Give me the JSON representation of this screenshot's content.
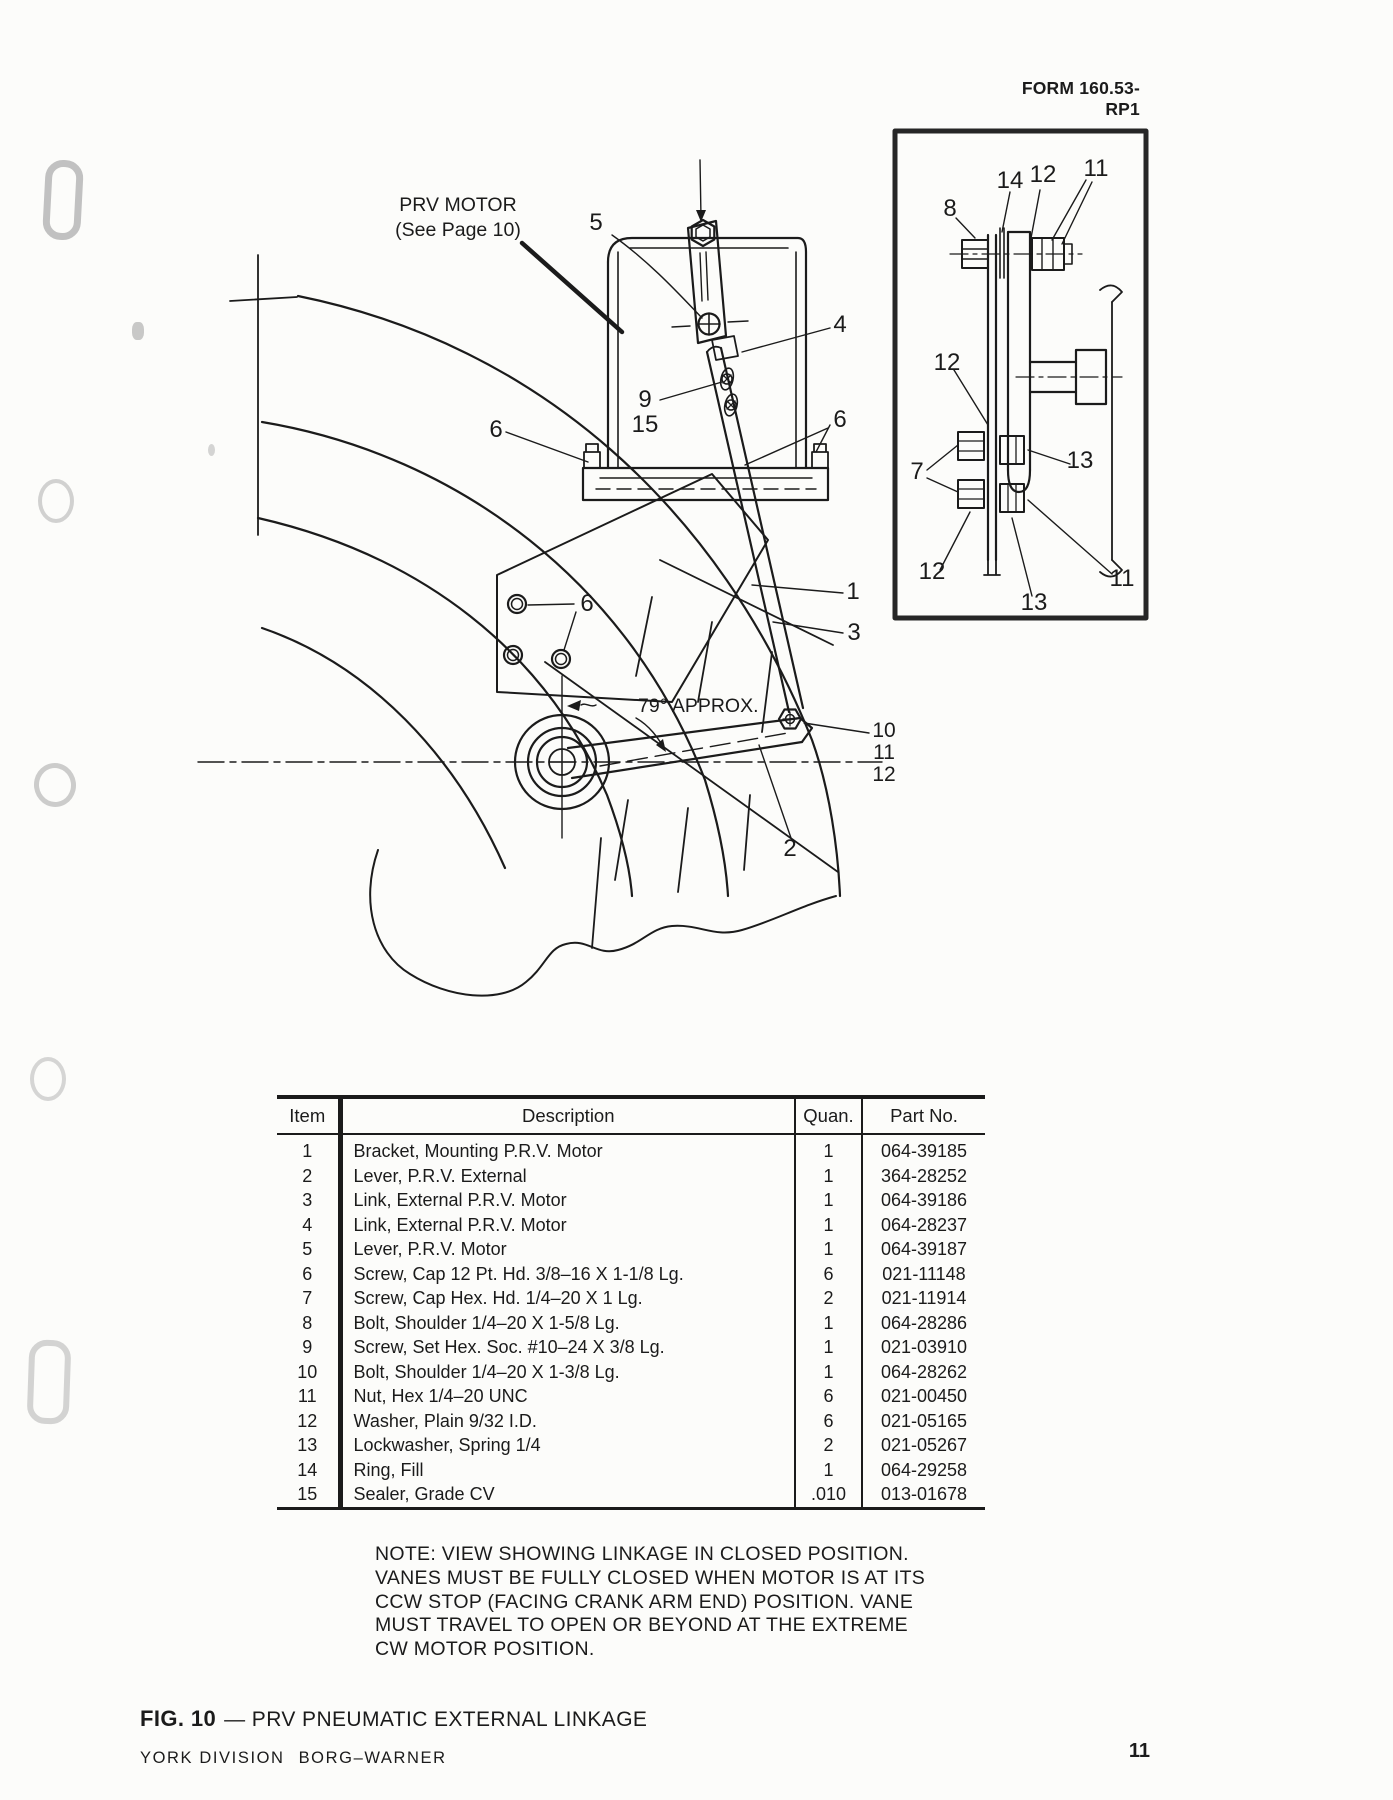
{
  "page": {
    "form_number": "FORM 160.53-RP1",
    "figure_caption_prefix": "FIG. 10",
    "figure_caption_rest": "— PRV PNEUMATIC EXTERNAL LINKAGE",
    "footer_left_1": "YORK DIVISION",
    "footer_left_2": "BORG–WARNER",
    "page_number": "11"
  },
  "diagram": {
    "motor_label_line1": "PRV MOTOR",
    "motor_label_line2": "(See Page 10)",
    "angle_label": "79° APPROX.",
    "main_callouts": {
      "c5": "5",
      "c4": "4",
      "c9": "9",
      "c15": "15",
      "c6_left": "6",
      "c6_right": "6",
      "c6_mid": "6",
      "c1": "1",
      "c3": "3",
      "c10": "10",
      "c11": "11",
      "c12": "12",
      "c2": "2"
    },
    "inset_callouts": {
      "i8": "8",
      "i14": "14",
      "i12_top": "12",
      "i11_top": "11",
      "i12_mid": "12",
      "i7": "7",
      "i13_right": "13",
      "i12_bottom": "12",
      "i13_bottom": "13",
      "i11_bottom": "11"
    }
  },
  "table": {
    "headers": [
      "Item",
      "Description",
      "Quan.",
      "Part No."
    ],
    "rows": [
      {
        "item": "1",
        "description": "Bracket, Mounting P.R.V. Motor",
        "quan": "1",
        "part_no": "064-39185"
      },
      {
        "item": "2",
        "description": "Lever, P.R.V. External",
        "quan": "1",
        "part_no": "364-28252"
      },
      {
        "item": "3",
        "description": "Link, External P.R.V. Motor",
        "quan": "1",
        "part_no": "064-39186"
      },
      {
        "item": "4",
        "description": "Link, External P.R.V. Motor",
        "quan": "1",
        "part_no": "064-28237"
      },
      {
        "item": "5",
        "description": "Lever, P.R.V. Motor",
        "quan": "1",
        "part_no": "064-39187"
      },
      {
        "item": "6",
        "description": "Screw, Cap 12 Pt. Hd. 3/8–16 X 1-1/8 Lg.",
        "quan": "6",
        "part_no": "021-11148"
      },
      {
        "item": "7",
        "description": "Screw, Cap Hex. Hd. 1/4–20 X 1 Lg.",
        "quan": "2",
        "part_no": "021-11914"
      },
      {
        "item": "8",
        "description": "Bolt, Shoulder 1/4–20 X 1-5/8 Lg.",
        "quan": "1",
        "part_no": "064-28286"
      },
      {
        "item": "9",
        "description": "Screw, Set Hex. Soc. #10–24 X 3/8 Lg.",
        "quan": "1",
        "part_no": "021-03910"
      },
      {
        "item": "10",
        "description": "Bolt, Shoulder 1/4–20 X 1-3/8 Lg.",
        "quan": "1",
        "part_no": "064-28262"
      },
      {
        "item": "11",
        "description": "Nut, Hex 1/4–20 UNC",
        "quan": "6",
        "part_no": "021-00450"
      },
      {
        "item": "12",
        "description": "Washer, Plain 9/32 I.D.",
        "quan": "6",
        "part_no": "021-05165"
      },
      {
        "item": "13",
        "description": "Lockwasher, Spring 1/4",
        "quan": "2",
        "part_no": "021-05267"
      },
      {
        "item": "14",
        "description": "Ring, Fill",
        "quan": "1",
        "part_no": "064-29258"
      },
      {
        "item": "15",
        "description": "Sealer, Grade CV",
        "quan": ".010",
        "part_no": "013-01678"
      }
    ]
  },
  "note": {
    "lines": [
      "NOTE: VIEW SHOWING LINKAGE IN CLOSED POSITION.",
      "VANES MUST BE FULLY CLOSED WHEN MOTOR IS AT ITS",
      "CCW STOP (FACING CRANK ARM END) POSITION. VANE",
      "MUST TRAVEL TO OPEN OR BEYOND AT THE EXTREME",
      "CW MOTOR POSITION."
    ]
  }
}
